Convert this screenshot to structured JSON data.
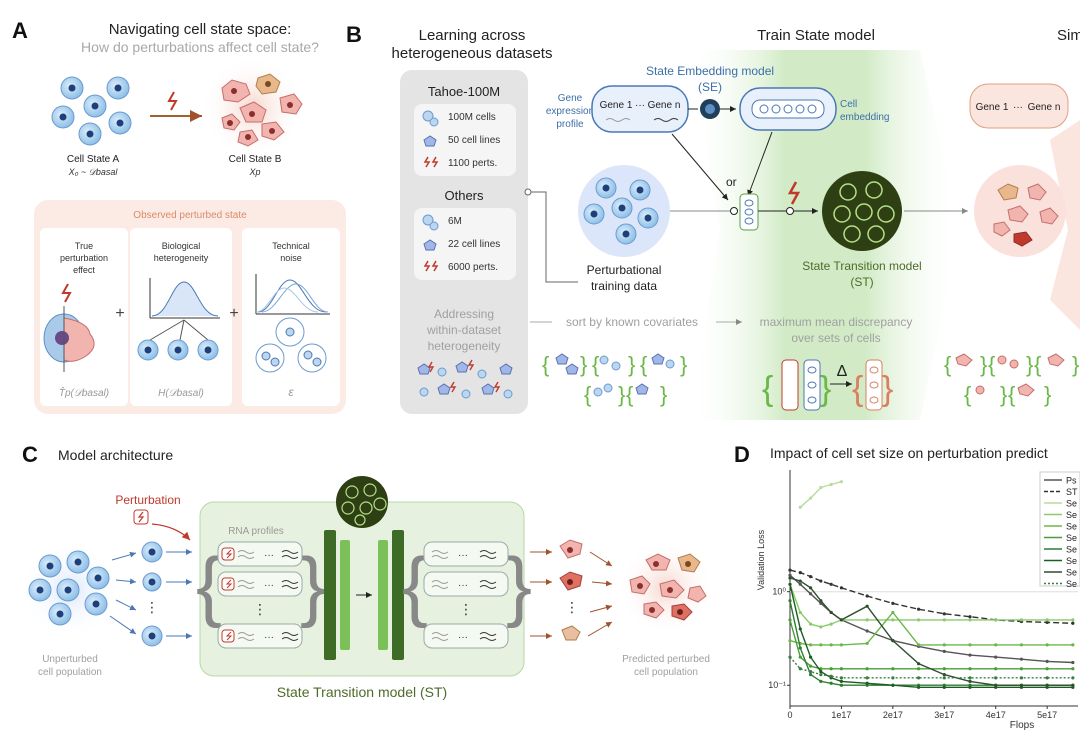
{
  "panelA": {
    "letter": "A",
    "title": "Navigating cell state space:",
    "subtitle": "How do perturbations affect cell state?",
    "stateA_label": "Cell State A",
    "stateA_math": "X₀ ~ 𝒟basal",
    "stateB_label": "Cell State B",
    "stateB_math": "Xp",
    "observed_title": "Observed perturbed state",
    "box1_title": [
      "True",
      "perturbation",
      "effect"
    ],
    "box1_math": "T̂p(𝒟basal)",
    "box2_title": [
      "Biological",
      "heterogeneity"
    ],
    "box2_math": "H(𝒟basal)",
    "box3_title": [
      "Technical",
      "noise"
    ],
    "box3_math": "ε",
    "plus": "+"
  },
  "panelB": {
    "letter": "B",
    "title_lines": [
      "Learning across",
      "heterogeneous datasets"
    ],
    "train_title": "Train State model",
    "sim_title": "Sim",
    "dataset1_name": "Tahoe-100M",
    "dataset1_items": [
      "100M cells",
      "50 cell lines",
      "1100 perts."
    ],
    "dataset2_name": "Others",
    "dataset2_items": [
      "6M",
      "22 cell lines",
      "6000 perts."
    ],
    "addressing_lines": [
      "Addressing",
      "within-dataset",
      "heterogeneity"
    ],
    "se_title_lines": [
      "State Embedding model",
      "(SE)"
    ],
    "gene_expr_lines": [
      "Gene",
      "expression",
      "profile"
    ],
    "gene1": "Gene 1",
    "gene_dots": "···",
    "genen": "Gene n",
    "cell_emb_lines": [
      "Cell",
      "embedding"
    ],
    "or": "or",
    "perturbational_lines": [
      "Perturbational",
      "training data"
    ],
    "st_lines": [
      "State Transition model",
      "(ST)"
    ],
    "sort_text": "sort by known covariates",
    "mmd_lines": [
      "maximum mean discrepancy",
      "over sets of cells"
    ],
    "delta": "Δ"
  },
  "panelC": {
    "letter": "C",
    "title": "Model architecture",
    "perturbation": "Perturbation",
    "rna_profiles": "RNA profiles",
    "unperturbed_lines": [
      "Unperturbed",
      "cell population"
    ],
    "predicted_lines": [
      "Predicted perturbed",
      "cell population"
    ],
    "st_label": "State Transition model (ST)",
    "dots": "···",
    "vdots": "⋮"
  },
  "panelD": {
    "letter": "D",
    "title": "Impact of cell set size on perturbation predict",
    "ylabel": "Validation Loss",
    "xlabel": "Flops",
    "legend": [
      "Ps",
      "ST",
      "Se",
      "Se",
      "Se",
      "Se",
      "Se",
      "Se",
      "Se",
      "Se"
    ]
  },
  "chart_data": {
    "type": "line",
    "title": "Impact of cell set size on perturbation predict",
    "xlabel": "Flops",
    "ylabel": "Validation Loss",
    "yscale": "log",
    "x_ticks": [
      "0",
      "1e17",
      "2e17",
      "3e17",
      "4e17",
      "5e17"
    ],
    "y_ticks": [
      "10⁰",
      "10⁻¹"
    ],
    "x": [
      0,
      2e+16,
      4e+16,
      6e+16,
      8e+16,
      1e+17,
      1.5e+17,
      2e+17,
      2.5e+17,
      3e+17,
      3.5e+17,
      4e+17,
      4.5e+17,
      5e+17,
      5.5e+17
    ],
    "series": [
      {
        "name": "Ps",
        "color": "#555555",
        "dash": "solid",
        "values": [
          1.5,
          1.2,
          0.95,
          0.75,
          0.6,
          0.5,
          0.38,
          0.3,
          0.26,
          0.23,
          0.21,
          0.2,
          0.19,
          0.18,
          0.175
        ]
      },
      {
        "name": "ST",
        "color": "#333333",
        "dash": "dashed",
        "values": [
          1.7,
          1.6,
          1.45,
          1.3,
          1.2,
          1.1,
          0.9,
          0.75,
          0.65,
          0.58,
          0.54,
          0.5,
          0.48,
          0.47,
          0.46
        ]
      },
      {
        "name": "Se",
        "color": "#b8dba0",
        "dash": "solid",
        "values": [
          null,
          8,
          10,
          13,
          14,
          15
        ]
      },
      {
        "name": "Se",
        "color": "#8ccb6b",
        "dash": "solid",
        "values": [
          1.2,
          0.6,
          0.45,
          0.42,
          0.45,
          0.5,
          0.5,
          0.5,
          0.5,
          0.5,
          0.5,
          0.5,
          0.5,
          0.5,
          0.5
        ]
      },
      {
        "name": "Se",
        "color": "#6bb84a",
        "dash": "solid",
        "values": [
          0.3,
          0.28,
          0.27,
          0.27,
          0.27,
          0.27,
          0.28,
          0.6,
          0.27,
          0.27,
          0.27,
          0.27,
          0.27,
          0.27,
          0.27
        ]
      },
      {
        "name": "Se",
        "color": "#4a9e3a",
        "dash": "solid",
        "values": [
          0.5,
          0.2,
          0.16,
          0.15,
          0.15,
          0.15,
          0.15,
          0.15,
          0.15,
          0.15,
          0.15,
          0.15,
          0.15,
          0.15,
          0.15
        ]
      },
      {
        "name": "Se",
        "color": "#2e7d32",
        "dash": "solid",
        "values": [
          0.8,
          0.25,
          0.13,
          0.11,
          0.105,
          0.1,
          0.1,
          0.1,
          0.1,
          0.1,
          0.1,
          0.1,
          0.1,
          0.1,
          0.1
        ]
      },
      {
        "name": "Se",
        "color": "#1b5e20",
        "dash": "solid",
        "values": [
          1.2,
          0.4,
          0.2,
          0.14,
          0.12,
          0.11,
          0.105,
          0.1,
          0.095,
          0.095,
          0.095,
          0.095,
          0.095,
          0.095,
          0.095
        ]
      },
      {
        "name": "Se",
        "color": "#2f4f2f",
        "dash": "solid",
        "values": [
          1.4,
          1.3,
          1.1,
          0.8,
          0.6,
          0.5,
          0.7,
          0.3,
          0.17,
          0.13,
          0.11,
          0.1,
          0.1,
          0.1,
          0.1
        ]
      },
      {
        "name": "Se",
        "color": "#3a7d44",
        "dash": "dotted",
        "values": [
          0.2,
          0.15,
          0.14,
          0.13,
          0.125,
          0.12,
          0.12,
          0.12,
          0.12,
          0.12,
          0.12,
          0.12,
          0.12,
          0.12,
          0.12
        ]
      }
    ]
  }
}
